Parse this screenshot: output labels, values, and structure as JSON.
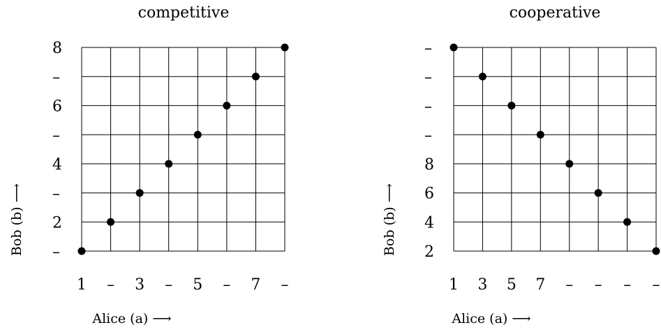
{
  "chart_data": [
    {
      "type": "scatter",
      "title": "competitive",
      "xlabel": "Alice (a) ⟶",
      "ylabel": "Bob (b) ⟶",
      "xlim": [
        1,
        8
      ],
      "ylim": [
        1,
        8
      ],
      "x_ticks": [
        "1",
        "–",
        "3",
        "–",
        "5",
        "–",
        "7",
        "–"
      ],
      "y_ticks": [
        "–",
        "2",
        "–",
        "4",
        "–",
        "6",
        "–",
        "8"
      ],
      "grid": true,
      "points": [
        {
          "x": 1,
          "y": 1
        },
        {
          "x": 2,
          "y": 2
        },
        {
          "x": 3,
          "y": 3
        },
        {
          "x": 4,
          "y": 4
        },
        {
          "x": 5,
          "y": 5
        },
        {
          "x": 6,
          "y": 6
        },
        {
          "x": 7,
          "y": 7
        },
        {
          "x": 8,
          "y": 8
        }
      ]
    },
    {
      "type": "scatter",
      "title": "cooperative",
      "xlabel": "Alice (a) ⟶",
      "ylabel": "Bob (b) ⟶",
      "xlim": [
        1,
        8
      ],
      "ylim": [
        1,
        8
      ],
      "x_ticks": [
        "1",
        "3",
        "5",
        "7",
        "–",
        "–",
        "–",
        "–"
      ],
      "y_ticks": [
        "2",
        "4",
        "6",
        "8",
        "–",
        "–",
        "–",
        "–"
      ],
      "grid": true,
      "points": [
        {
          "x": 1,
          "y": 8
        },
        {
          "x": 2,
          "y": 7
        },
        {
          "x": 3,
          "y": 6
        },
        {
          "x": 4,
          "y": 5
        },
        {
          "x": 5,
          "y": 4
        },
        {
          "x": 6,
          "y": 3
        },
        {
          "x": 7,
          "y": 2
        },
        {
          "x": 8,
          "y": 1
        }
      ]
    }
  ]
}
